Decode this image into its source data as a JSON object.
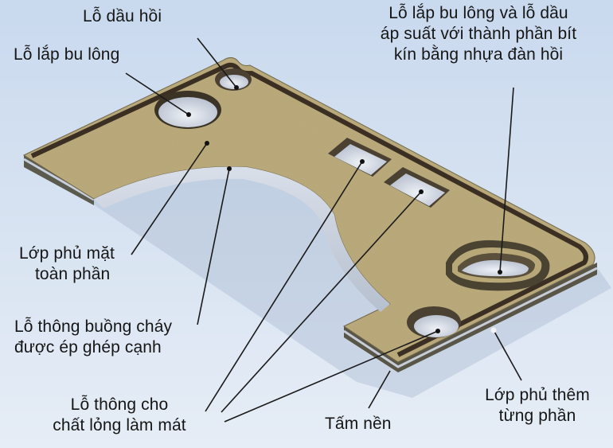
{
  "diagram": {
    "type": "labeled technical illustration",
    "subject": "cylinder head gasket section",
    "colors": {
      "background": "#d3e0f0",
      "gasket_face": "#b8a878",
      "sealing_bead": "#3a2f22",
      "bore_edge": "#c9d0dc",
      "hole_inner": "#d8dde8",
      "leader_line": "#1a1a1a",
      "label_text": "#161616"
    }
  },
  "labels": {
    "oil_return_hole": {
      "lines": [
        "Lỗ dầu hồi"
      ]
    },
    "bolt_hole": {
      "lines": [
        "Lỗ lắp bu lông"
      ]
    },
    "bolt_and_pressure_oil_hole": {
      "lines": [
        "Lỗ lắp bu lông và lỗ dầu",
        "áp suất với thành phần bít",
        "kín bằng nhựa đàn hồi"
      ]
    },
    "full_face_coating": {
      "lines": [
        "Lớp phủ mặt",
        "toàn phần"
      ]
    },
    "combustion_chamber_opening": {
      "lines": [
        "Lỗ thông buồng cháy",
        "được ép ghép cạnh"
      ]
    },
    "coolant_openings": {
      "lines": [
        "Lỗ thông cho",
        "chất lỏng làm mát"
      ]
    },
    "base_plate": {
      "lines": [
        "Tấm nền"
      ]
    },
    "partial_coating": {
      "lines": [
        "Lớp phủ thêm",
        "từng phần"
      ]
    }
  }
}
